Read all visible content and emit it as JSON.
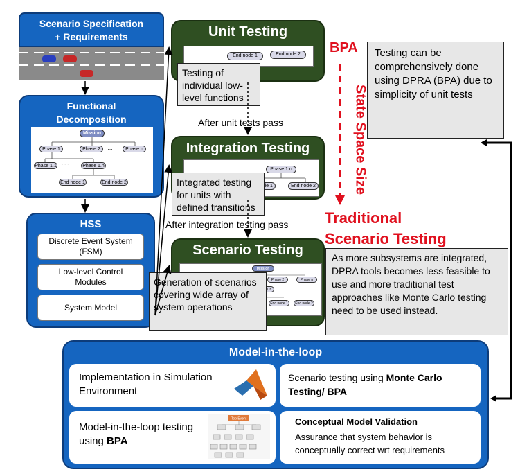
{
  "colors": {
    "blue": "#1565c0",
    "green": "#2f4f22",
    "red": "#e0101e",
    "gray": "#e7e7e7"
  },
  "scenario_spec": {
    "title_line1": "Scenario Specification",
    "title_line2": "+ Requirements"
  },
  "functional": {
    "title_line1": "Functional",
    "title_line2": "Decomposition",
    "tree": {
      "root": "Mission",
      "phase1": "Phase 1",
      "phase2": "Phase 2",
      "ellipsis": "…",
      "phase_n": "Phase n",
      "phase11": "Phase 1.1",
      "dots": "- - -",
      "phase1n": "Phase 1.n",
      "end1": "End node 1",
      "end2": "End node 2"
    }
  },
  "hss": {
    "title": "HSS",
    "items": [
      {
        "line1": "Discrete Event System",
        "line2": "(FSM)"
      },
      {
        "line1": "Low-level Control",
        "line2": "Modules"
      },
      {
        "line1": "System Model",
        "line2": ""
      }
    ]
  },
  "unit": {
    "title": "Unit Testing",
    "end1": "End node 1",
    "end2": "End node 2",
    "note": "Testing of individual low-level functions"
  },
  "after_unit": "After unit tests pass",
  "integration": {
    "title": "Integration Testing",
    "phase1n": "Phase 1.n",
    "end1": "End node 1",
    "end2": "End node 2",
    "note": "Integrated testing for units with defined transitions"
  },
  "after_integration": "After integration testing pass",
  "scenario": {
    "title": "Scenario Testing",
    "tree": {
      "mission": "Mission",
      "phase2": "Phase 2",
      "phase_n": "Phase n",
      "phase1n": "Phase 1.n",
      "end1": "End node 1",
      "end2": "End node 2"
    },
    "note": "Generation of scenarios covering wide array of system operations"
  },
  "bpa": "BPA",
  "state_space": "State Space Size",
  "traditional_line1": "Traditional",
  "traditional_line2": "Scenario Testing",
  "dpra_note": "Testing can be comprehensively done using DPRA (BPA) due to simplicity of unit tests",
  "subsystems_note": "As more subsystems are integrated, DPRA tools becomes less feasible to use and more traditional test approaches like Monte Carlo testing need to be used instead.",
  "mitl": {
    "title": "Model-in-the-loop",
    "impl": "Implementation  in Simulation Environment",
    "scenario_prefix": "Scenario testing using ",
    "scenario_bold": "Monte Carlo Testing/ BPA",
    "mitl_prefix": "Model-in-the-loop testing using ",
    "mitl_bold": "BPA",
    "top_event": "Top Event",
    "cmv_title": "Conceptual Model Validation",
    "cmv_text": "Assurance that system behavior is conceptually correct wrt requirements"
  }
}
